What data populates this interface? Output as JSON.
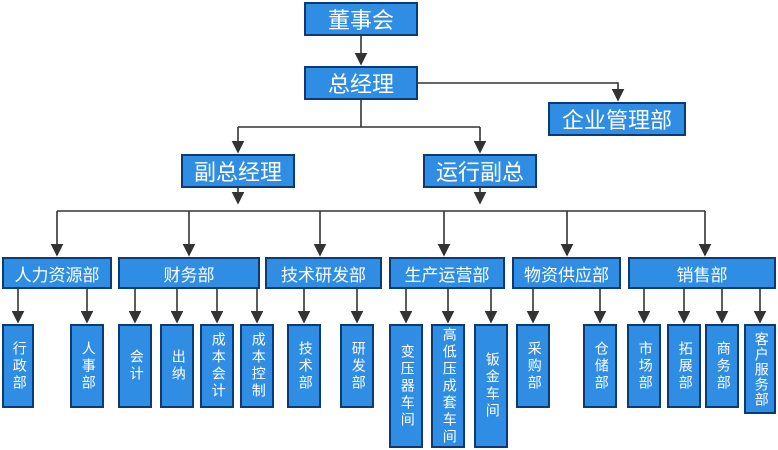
{
  "chart": {
    "board": "董事会",
    "gm": "总经理",
    "enterprise_mgmt": "企业管理部",
    "deputy_gm": "副总经理",
    "ops_deputy": "运行副总",
    "departments": [
      {
        "name": "人力资源部",
        "subs": [
          "行政部",
          "人事部"
        ]
      },
      {
        "name": "财务部",
        "subs": [
          "会计",
          "出纳",
          "成本会计",
          "成本控制"
        ]
      },
      {
        "name": "技术研发部",
        "subs": [
          "技术部",
          "研发部"
        ]
      },
      {
        "name": "生产运营部",
        "subs": [
          "变压器车间",
          "高低压成套车间",
          "钣金车间"
        ]
      },
      {
        "name": "物资供应部",
        "subs": [
          "采购部",
          "仓储部"
        ]
      },
      {
        "name": "销售部",
        "subs": [
          "市场部",
          "拓展部",
          "商务部",
          "客户服务部"
        ]
      }
    ]
  },
  "colors": {
    "box_fill": "#2f8de4",
    "box_border": "#0b3a75",
    "line": "#333333"
  }
}
